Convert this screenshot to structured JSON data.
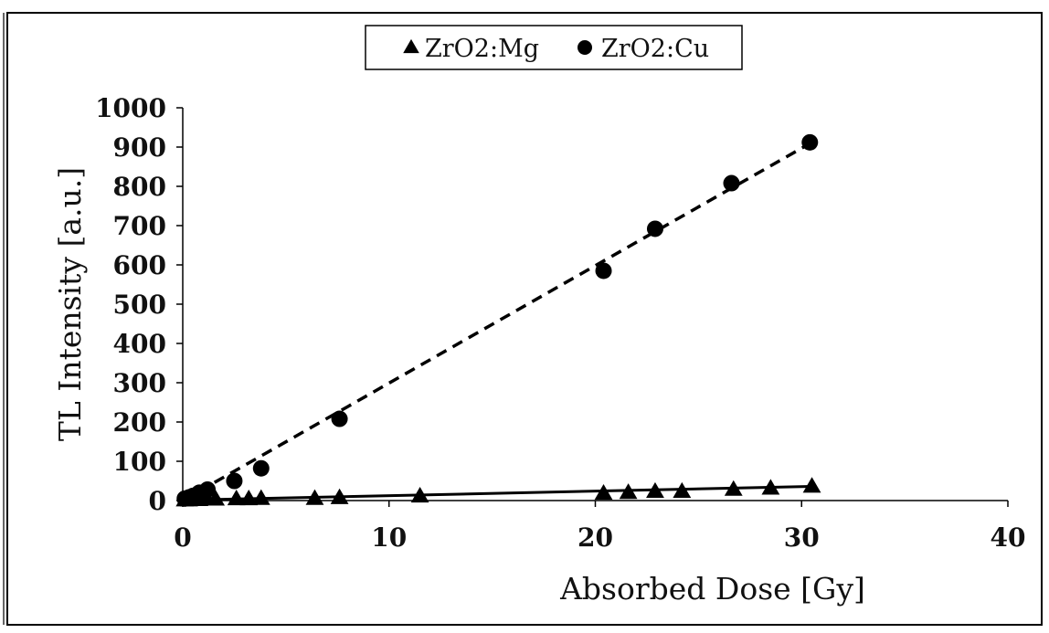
{
  "chart_data": {
    "type": "scatter",
    "title": "",
    "xlabel": "Absorbed Dose [Gy]",
    "ylabel": "TL Intensity [a.u.]",
    "xlim": [
      0,
      40
    ],
    "ylim": [
      0,
      1000
    ],
    "xticks": [
      0,
      10,
      20,
      30,
      40
    ],
    "yticks": [
      0,
      100,
      200,
      300,
      400,
      500,
      600,
      700,
      800,
      900,
      1000
    ],
    "grid": false,
    "legend_position": "top-center",
    "series": [
      {
        "name": "ZrO2:Mg",
        "marker": "triangle",
        "color": "#000000",
        "trendline": "solid",
        "x": [
          0.1,
          0.3,
          0.5,
          0.8,
          1.2,
          1.6,
          2.6,
          3.2,
          3.8,
          6.4,
          7.6,
          11.5,
          20.4,
          21.6,
          22.9,
          24.2,
          26.7,
          28.5,
          30.5
        ],
        "y": [
          1,
          1,
          2,
          2,
          3,
          3,
          4,
          4,
          5,
          5,
          7,
          11,
          18,
          20,
          23,
          23,
          28,
          31,
          36
        ],
        "fit_x": [
          0,
          30.5
        ],
        "fit_y": [
          1,
          36
        ]
      },
      {
        "name": "ZrO2:Cu",
        "marker": "circle",
        "color": "#000000",
        "trendline": "dashed",
        "x": [
          0.1,
          0.3,
          0.5,
          0.8,
          1.2,
          2.5,
          3.8,
          7.6,
          20.4,
          22.9,
          26.6,
          30.4
        ],
        "y": [
          5,
          8,
          12,
          20,
          28,
          50,
          82,
          208,
          585,
          692,
          808,
          912
        ],
        "fit_x": [
          0,
          30.5
        ],
        "fit_y": [
          0,
          912
        ]
      }
    ]
  }
}
